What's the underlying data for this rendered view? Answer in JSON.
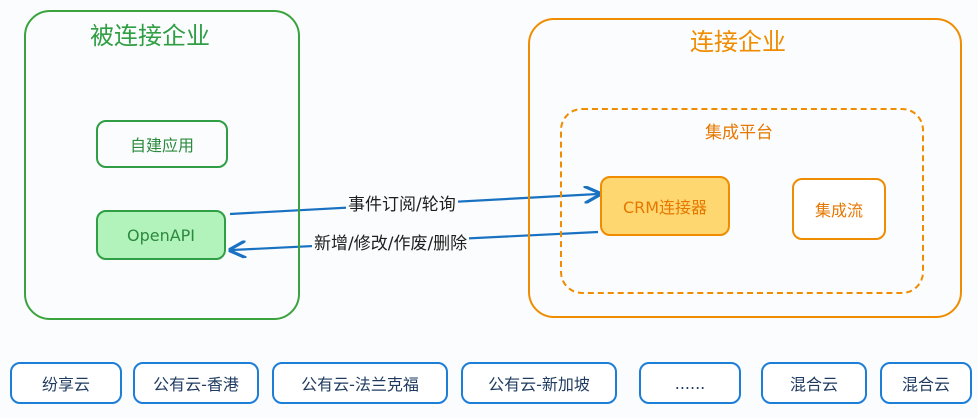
{
  "diagram": {
    "left_enterprise": {
      "title": "被连接企业",
      "self_built_app": "自建应用",
      "openapi": "OpenAPI"
    },
    "right_enterprise": {
      "title": "连接企业",
      "platform": {
        "title": "集成平台",
        "crm_connector": "CRM连接器",
        "integration_flow": "集成流"
      }
    },
    "arrows": {
      "subscribe_label": "事件订阅/轮询",
      "operations_label": "新增/修改/作废/删除"
    },
    "clouds": [
      "纷享云",
      "公有云-香港",
      "公有云-法兰克福",
      "公有云-新加坡",
      "......",
      "混合云",
      "混合云"
    ]
  },
  "colors": {
    "green": "#2f9e44",
    "green_fill": "#b2f2bb",
    "orange": "#f08c00",
    "orange_fill": "#ffd770",
    "blue": "#1c7ed6",
    "arrow_blue": "#1971c2"
  }
}
